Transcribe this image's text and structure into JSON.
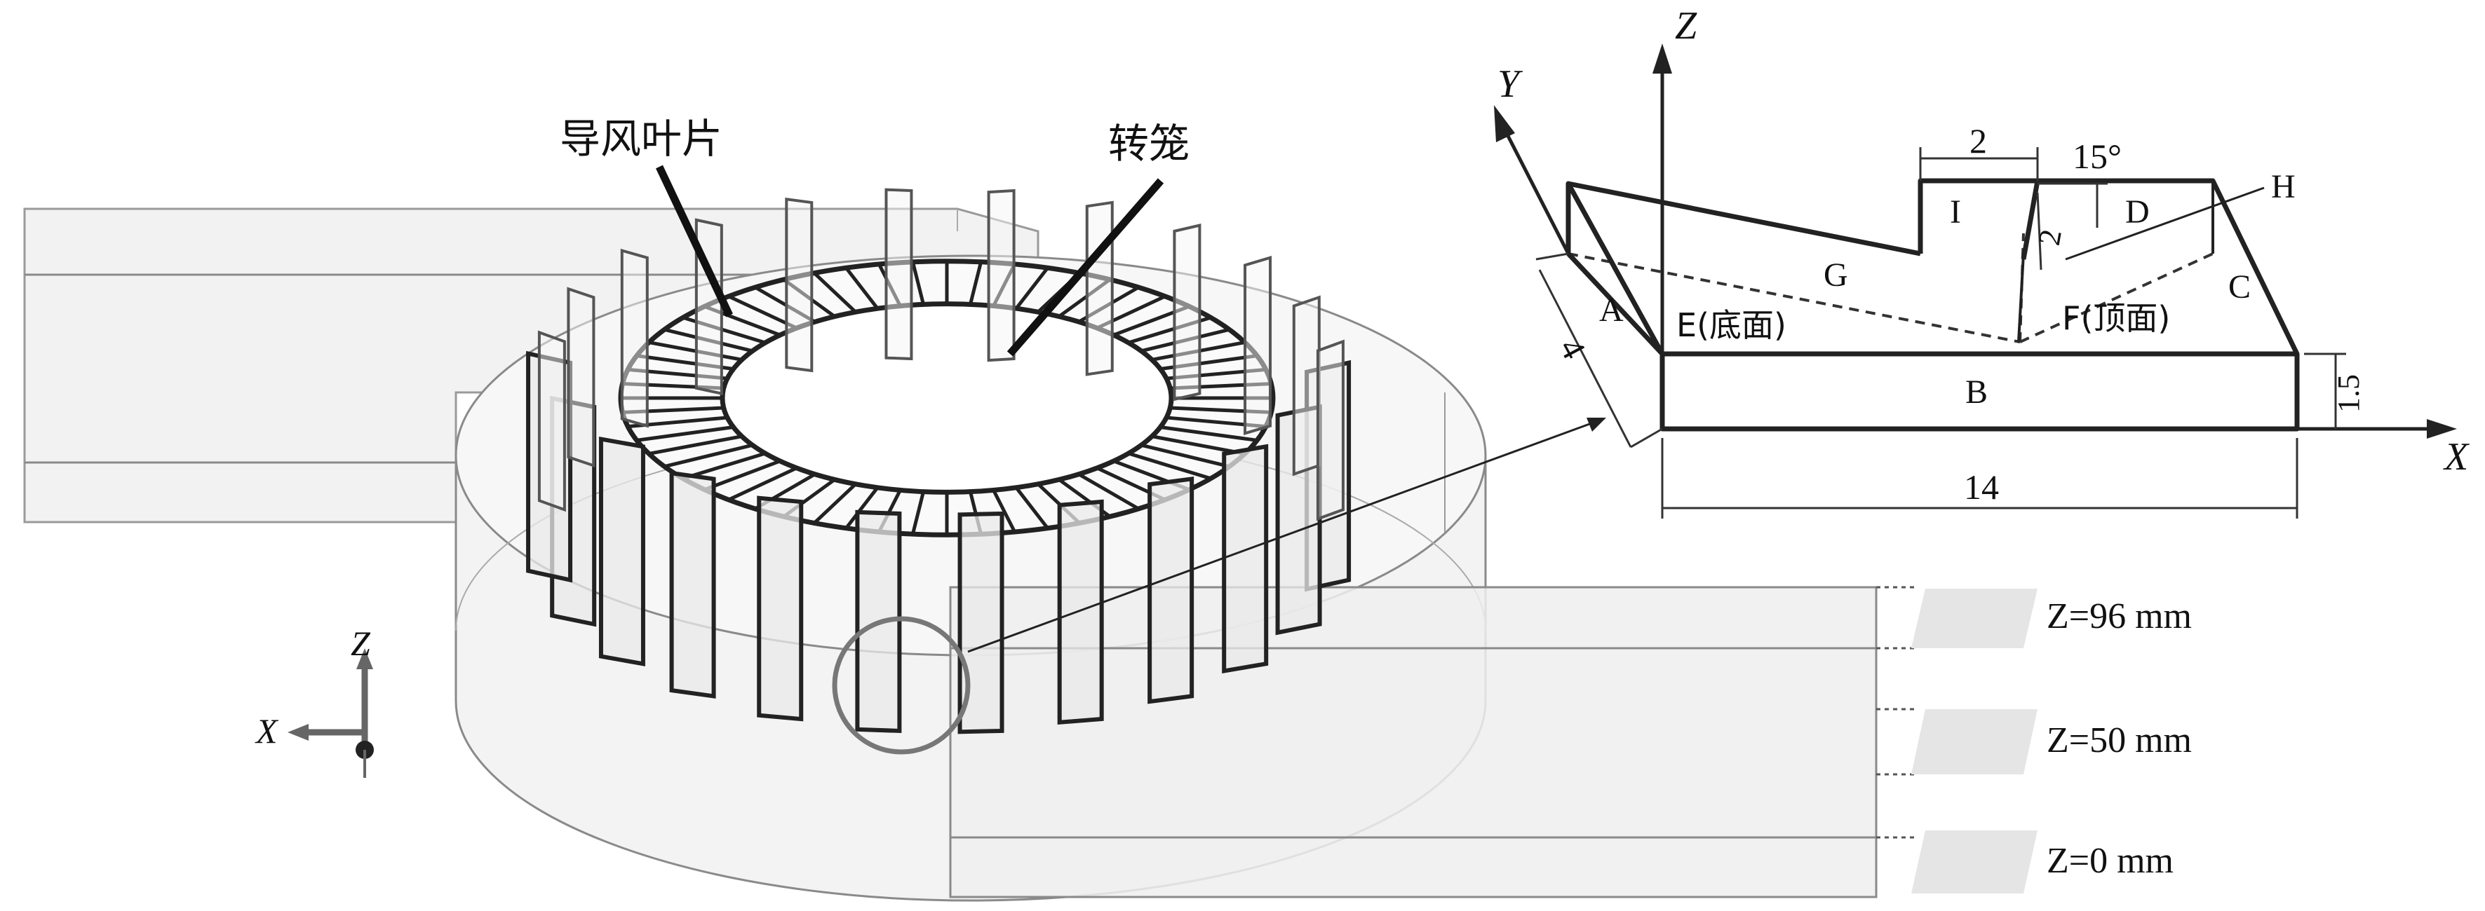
{
  "labels": {
    "guide_vane": "导风叶片",
    "rotor_cage": "转笼",
    "z96": "Z=96 mm",
    "z50": "Z=50 mm",
    "z0": "Z=0 mm"
  },
  "small_axes": {
    "z": "Z",
    "x": "X"
  },
  "detail": {
    "axis_x": "X",
    "axis_y": "Y",
    "axis_z": "Z",
    "face_a": "A",
    "face_b": "B",
    "face_c": "C",
    "face_d": "D",
    "face_e": "E(底面)",
    "face_f": "F(顶面)",
    "face_g": "G",
    "face_h": "H",
    "face_i": "I",
    "dim_2_top": "2",
    "dim_15deg": "15°",
    "dim_2_side": "2",
    "dim_4": "4",
    "dim_14": "14",
    "dim_1_5": "1.5"
  },
  "colors": {
    "line": "#222222",
    "housing_fill": "#f1f1f1",
    "plane_fill": "#e6e6e6"
  },
  "counts": {
    "cage_slots": 60,
    "vanes": 24
  }
}
